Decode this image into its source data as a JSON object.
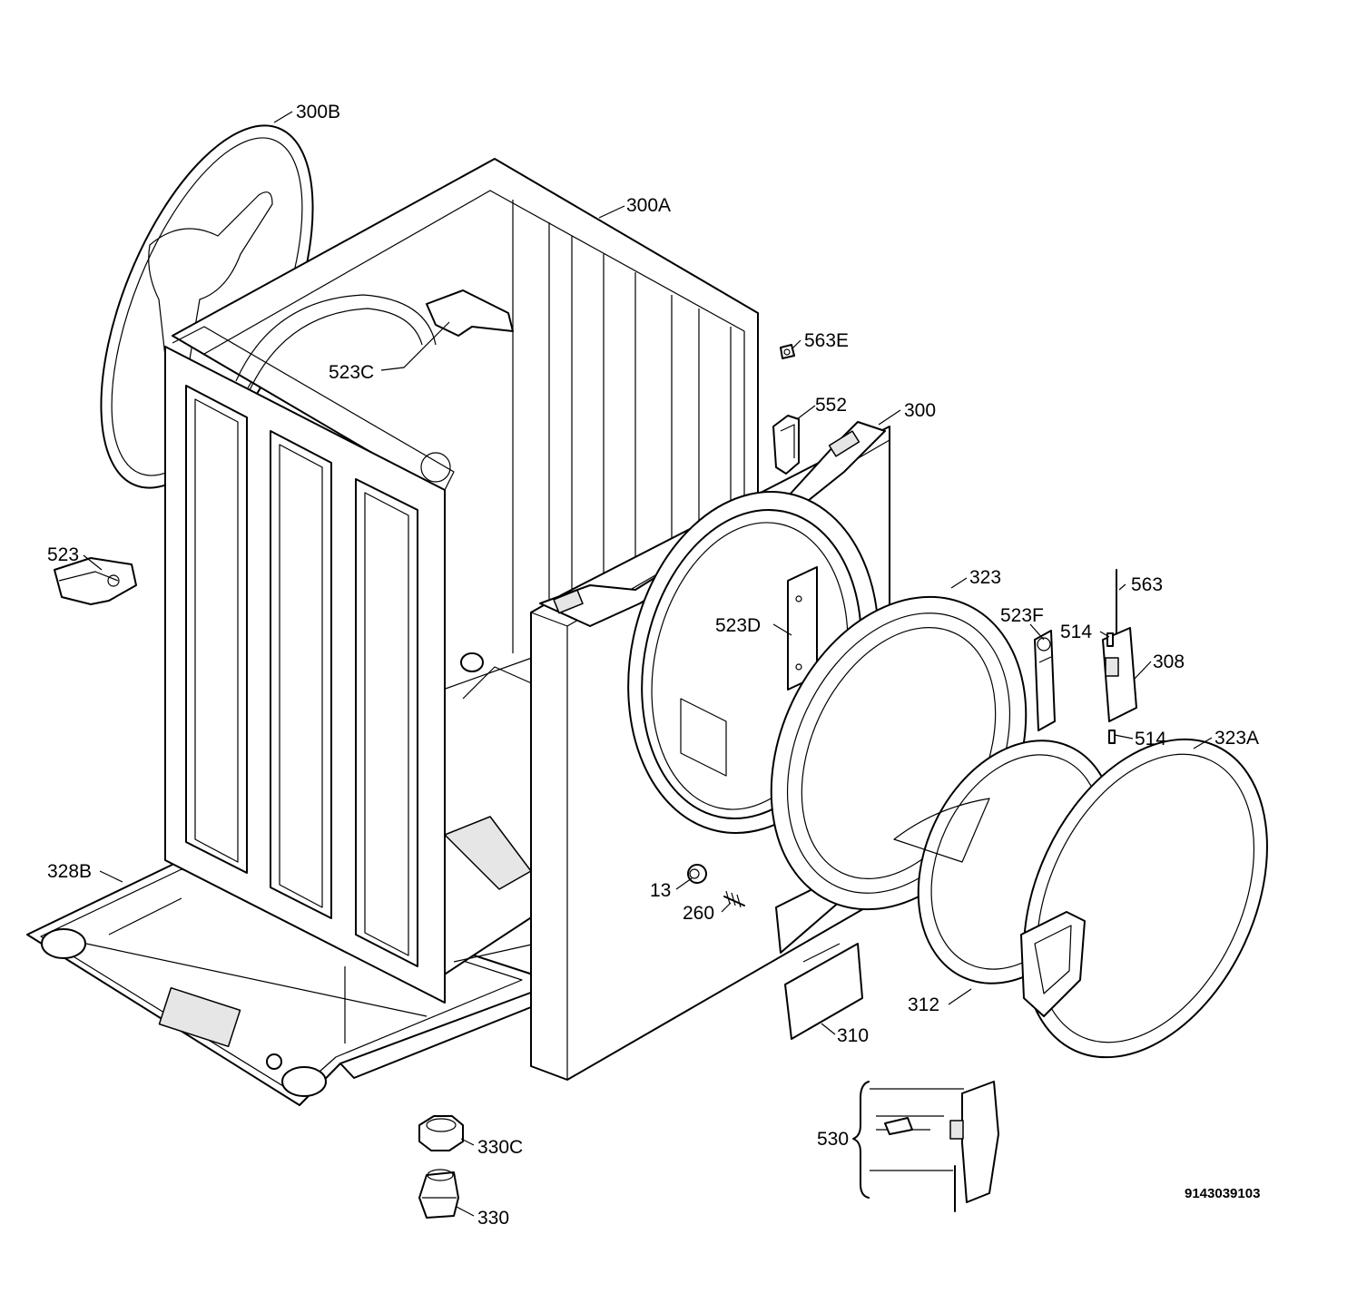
{
  "labels": {
    "p300B": "300B",
    "p300A": "300A",
    "p523C": "523C",
    "p563E": "563E",
    "p552": "552",
    "p300": "300",
    "p523": "523",
    "p323": "323",
    "p563": "563",
    "p523F": "523F",
    "p514a": "514",
    "p308": "308",
    "p523D": "523D",
    "p514b": "514",
    "p323A": "323A",
    "p328B": "328B",
    "p13": "13",
    "p260": "260",
    "p312": "312",
    "p310": "310",
    "p530": "530",
    "p330C": "330C",
    "p330": "330"
  },
  "drawing_number": "9143039103"
}
